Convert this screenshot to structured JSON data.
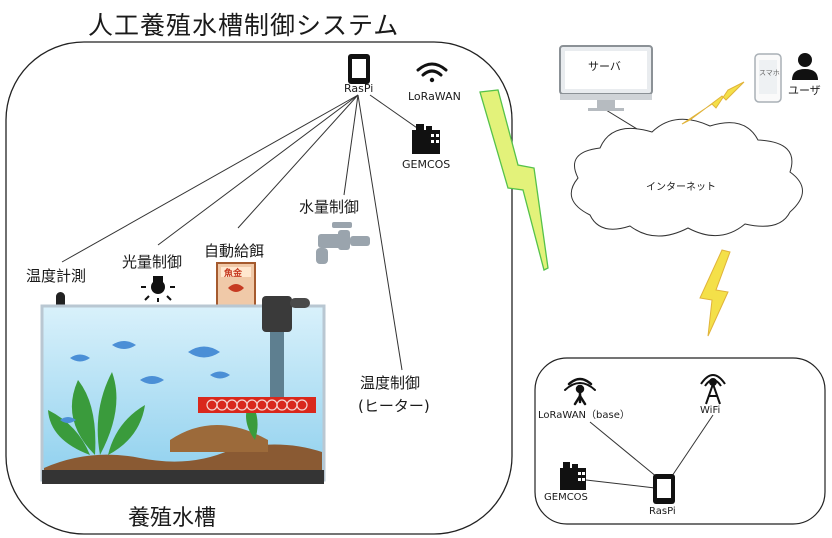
{
  "title": "人工養殖水槽制御システム",
  "tank_label": "養殖水槽",
  "controls": {
    "temp_measure": "温度計測",
    "light_control": "光量制御",
    "auto_feed": "自動給餌",
    "water_control": "水量制御",
    "temp_control": "温度制御",
    "heater": "(ヒーター)"
  },
  "feed_box_text": "魚金",
  "nodes": {
    "raspi_top": "RasPi",
    "lorawan_top": "LoRaWAN",
    "gemcos_top": "GEMCOS",
    "server": "サーバ",
    "smartphone": "スマホ",
    "user": "ユーザ",
    "internet": "インターネット",
    "lorawan_base": "LoRaWAN（base）",
    "wifi": "WiFi",
    "gemcos_base": "GEMCOS",
    "raspi_base": "RasPi"
  }
}
